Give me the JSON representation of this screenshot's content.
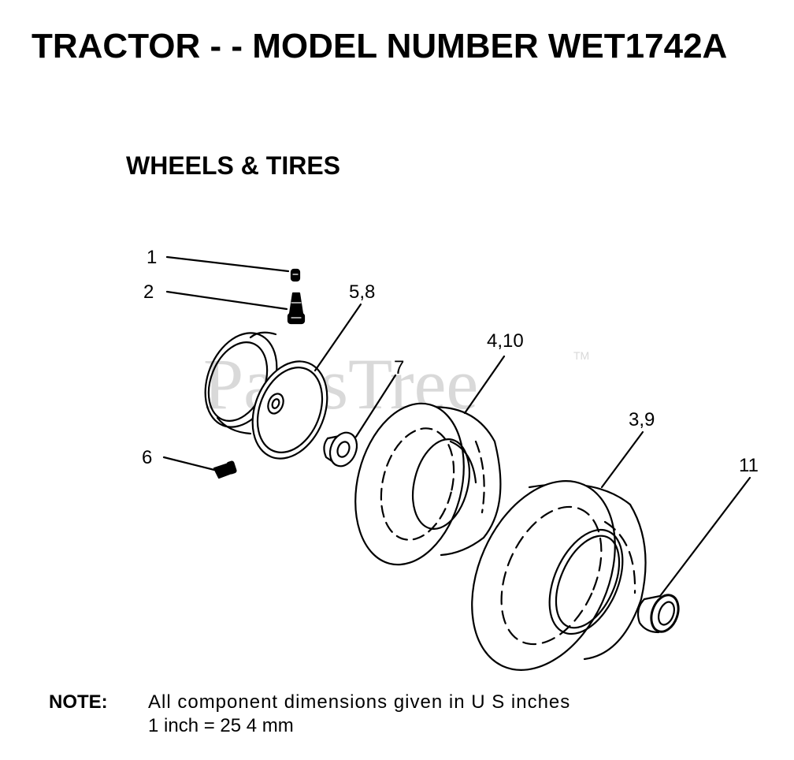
{
  "header": {
    "title": "TRACTOR - - MODEL NUMBER WET1742A",
    "subtitle": "WHEELS & TIRES"
  },
  "watermark": {
    "text": "PartsTree",
    "trademark": "TM"
  },
  "callouts": {
    "c1": "1",
    "c2": "2",
    "c5_8": "5,8",
    "c7": "7",
    "c4_10": "4,10",
    "c6": "6",
    "c3_9": "3,9",
    "c11": "11"
  },
  "note": {
    "label": "NOTE:",
    "line1": "All component dimensions given in U S  inches",
    "line2": "1 inch = 25 4 mm"
  },
  "colors": {
    "ink": "#000000",
    "watermark": "#d9d9d9",
    "background": "#ffffff"
  }
}
